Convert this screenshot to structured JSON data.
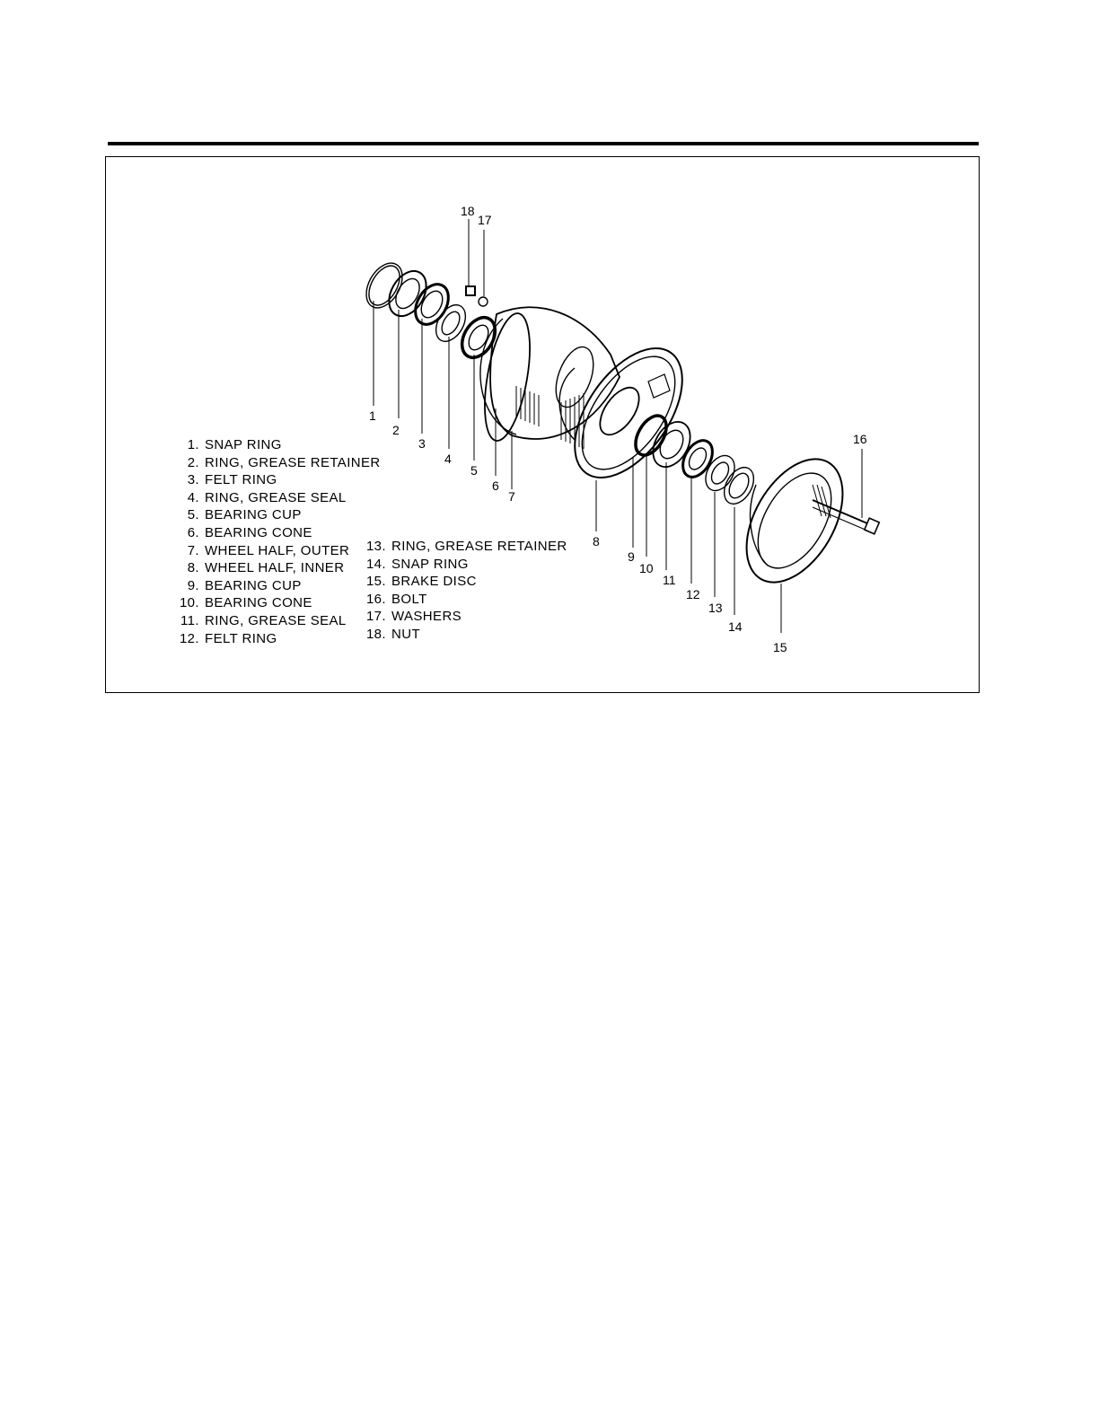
{
  "legend": {
    "column_1": [
      {
        "num": "1.",
        "label": "SNAP RING"
      },
      {
        "num": "2.",
        "label": "RING, GREASE RETAINER"
      },
      {
        "num": "3.",
        "label": "FELT RING"
      },
      {
        "num": "4.",
        "label": "RING, GREASE SEAL"
      },
      {
        "num": "5.",
        "label": "BEARING CUP"
      },
      {
        "num": "6.",
        "label": "BEARING CONE"
      },
      {
        "num": "7.",
        "label": "WHEEL HALF, OUTER"
      },
      {
        "num": "8.",
        "label": "WHEEL HALF, INNER"
      },
      {
        "num": "9.",
        "label": "BEARING CUP"
      },
      {
        "num": "10.",
        "label": "BEARING CONE"
      },
      {
        "num": "11.",
        "label": "RING, GREASE SEAL"
      },
      {
        "num": "12.",
        "label": "FELT RING"
      }
    ],
    "column_2": [
      {
        "num": "13.",
        "label": "RING, GREASE RETAINER"
      },
      {
        "num": "14.",
        "label": "SNAP RING"
      },
      {
        "num": "15.",
        "label": "BRAKE DISC"
      },
      {
        "num": "16.",
        "label": "BOLT"
      },
      {
        "num": "17.",
        "label": "WASHERS"
      },
      {
        "num": "18.",
        "label": "NUT"
      }
    ]
  },
  "callouts": [
    "1",
    "2",
    "3",
    "4",
    "5",
    "6",
    "7",
    "8",
    "9",
    "10",
    "11",
    "12",
    "13",
    "14",
    "15",
    "16",
    "17",
    "18"
  ]
}
